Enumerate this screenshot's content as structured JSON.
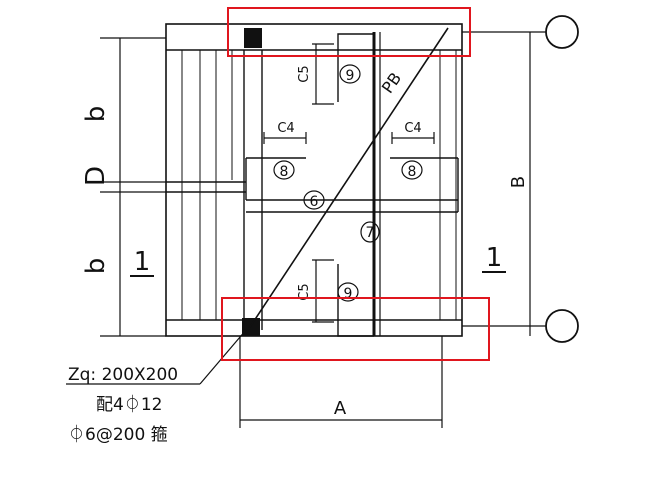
{
  "dimensions": {
    "b_top": "b",
    "D": "D",
    "b_bottom": "b",
    "B": "B",
    "A": "A"
  },
  "section_marks": {
    "left": "1",
    "right": "1"
  },
  "member_labels": {
    "pb": "PB",
    "c5_top": "C5",
    "c5_bottom": "C5",
    "c4_left": "C4",
    "c4_right": "C4"
  },
  "bar_marks": {
    "m9_top": "9",
    "m8_left": "8",
    "m8_right": "8",
    "m6": "6",
    "m7": "7",
    "m9_bottom": "9"
  },
  "column_note": {
    "line1": "Zq: 200X200",
    "line2": "配4⏀12",
    "line3": "⏀6@200 箍"
  },
  "highlight_color": "#e0161e"
}
